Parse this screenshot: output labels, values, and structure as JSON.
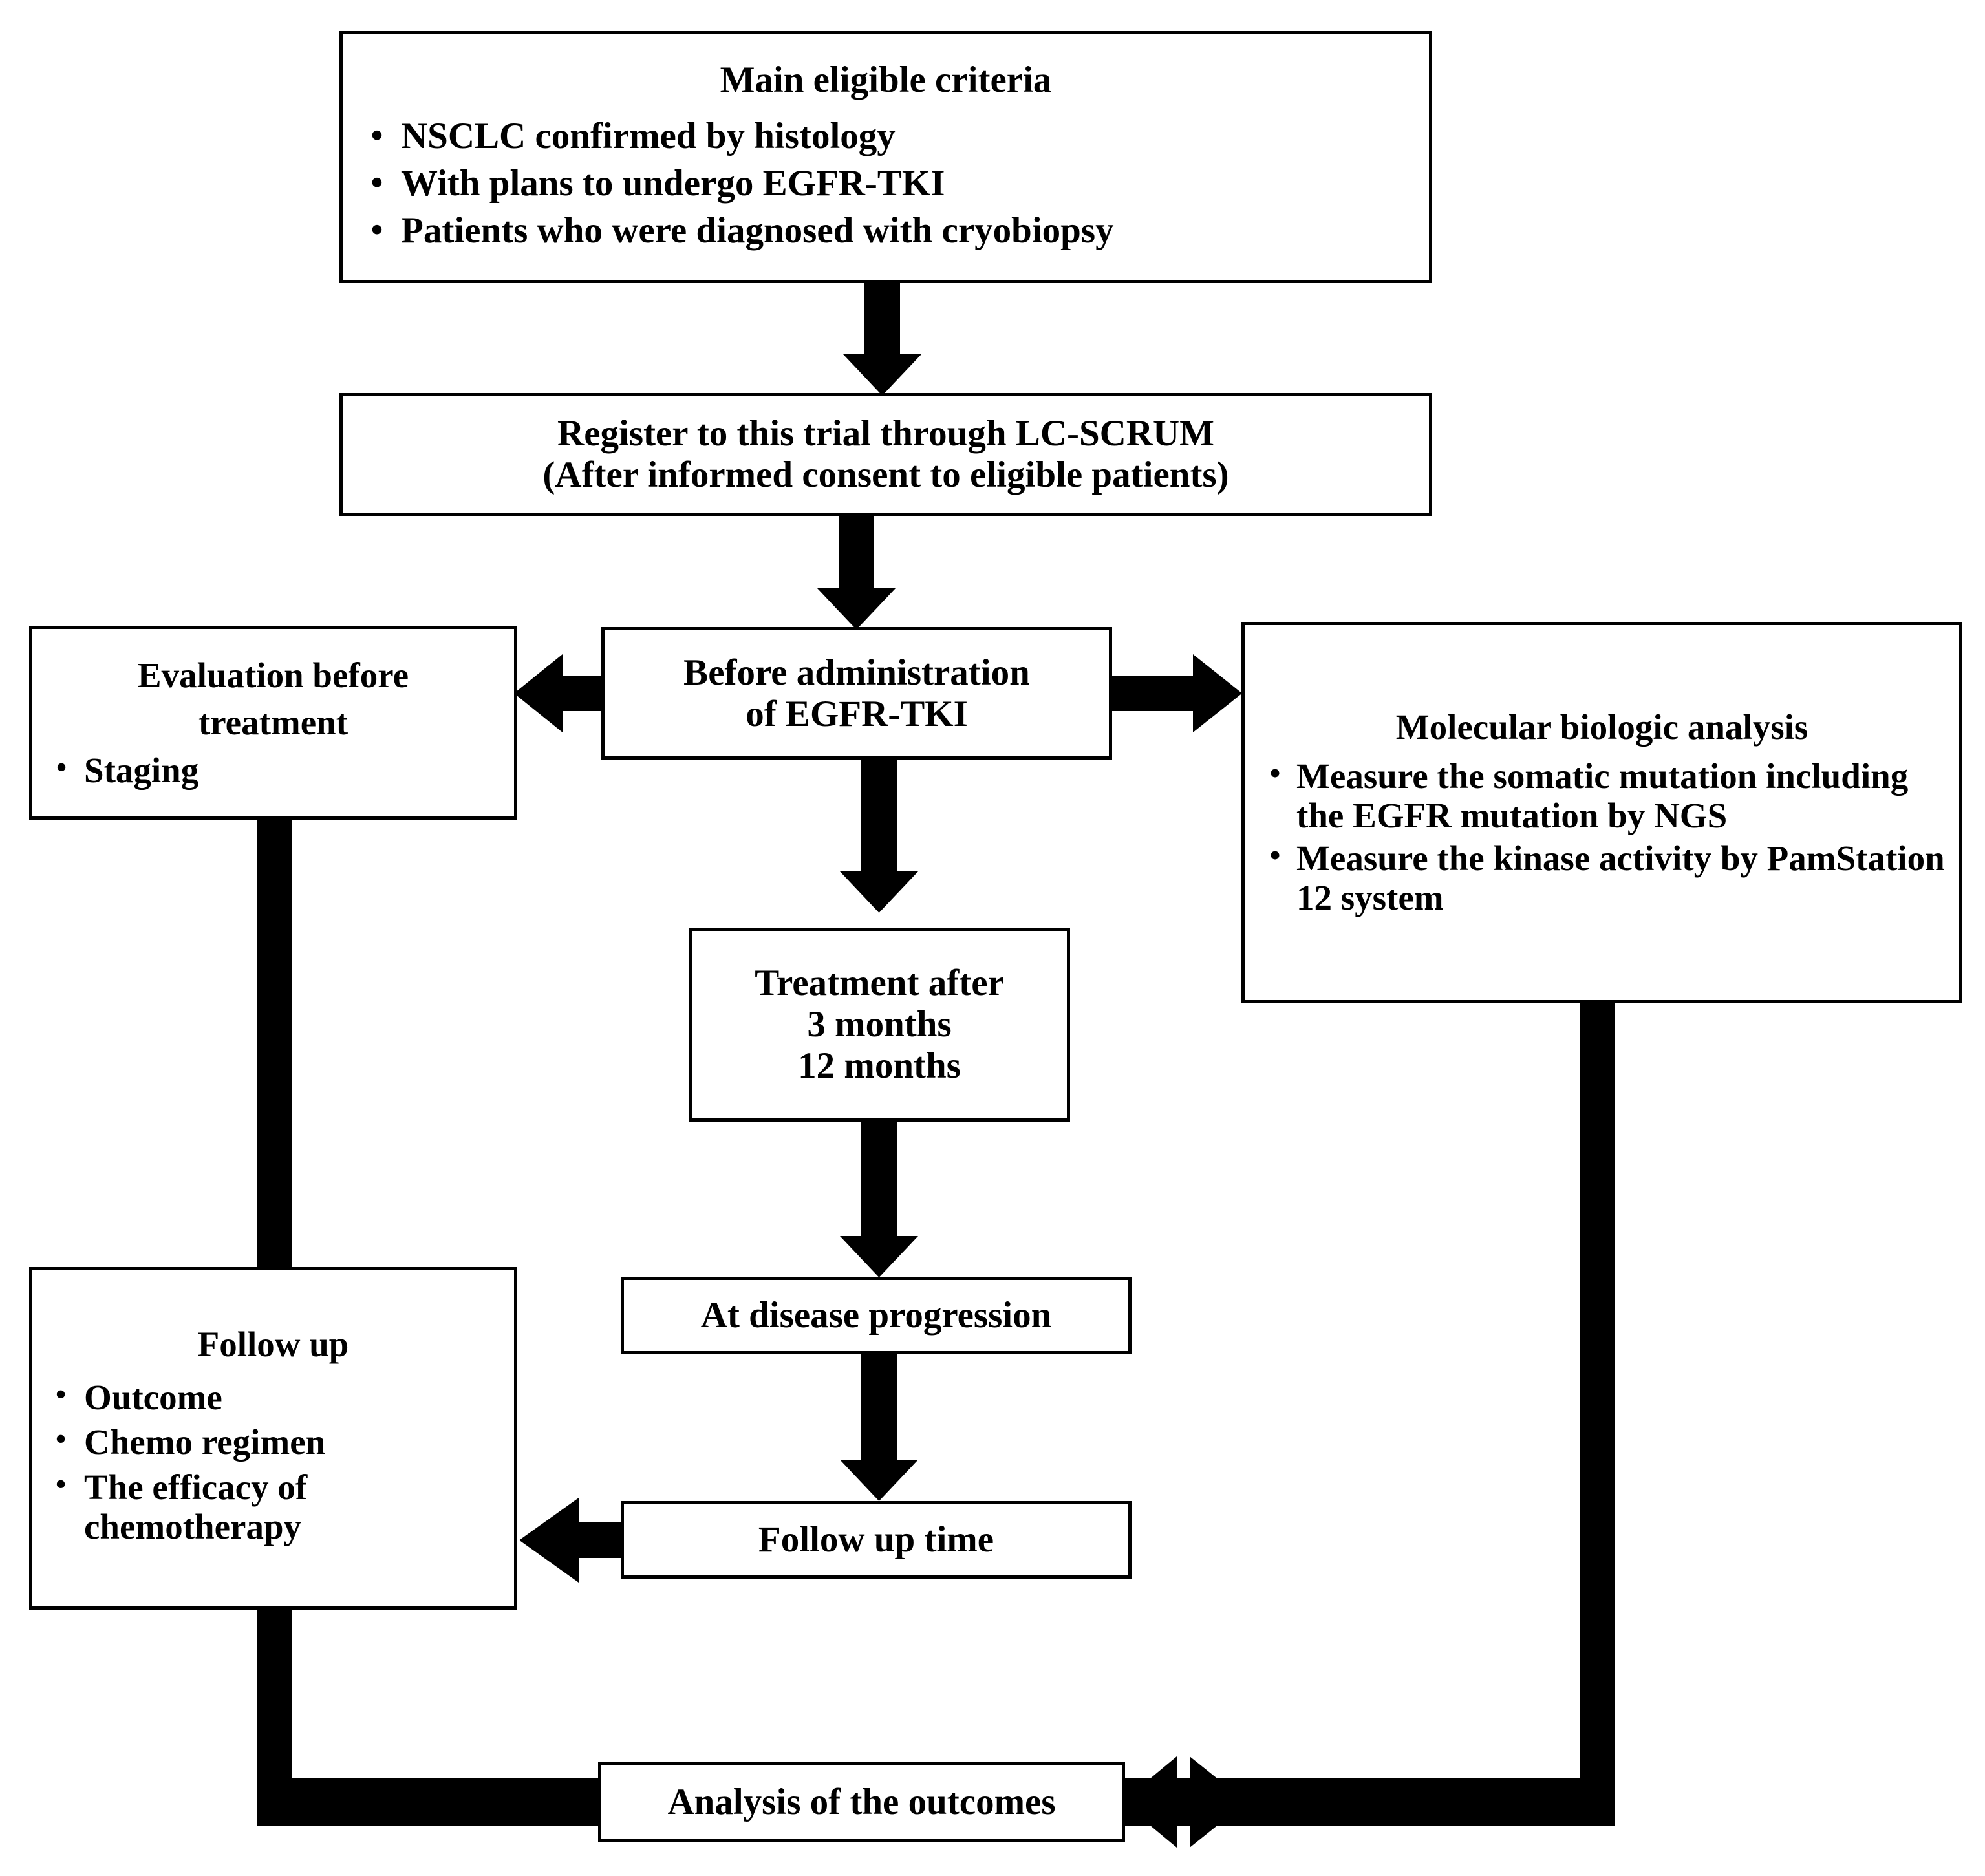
{
  "diagram": {
    "title": "Clinical trial study flow diagram",
    "colors": {
      "line": "#000000",
      "box_fill": "#ffffff",
      "text": "#000000"
    },
    "bullet_glyph": "•",
    "nodes": {
      "eligibility": {
        "heading": "Main eligible criteria",
        "bullets": [
          "NSCLC confirmed by histology",
          "With plans to undergo EGFR-TKI",
          "Patients who were diagnosed with cryobiopsy"
        ]
      },
      "register": {
        "line1": "Register to this trial through LC-SCRUM",
        "line2": "(After informed consent to eligible patients)"
      },
      "evaluation": {
        "heading_line1": "Evaluation before",
        "heading_line2": "treatment",
        "bullets": [
          "Staging"
        ]
      },
      "before_admin": {
        "line1": "Before administration",
        "line2": "of EGFR-TKI"
      },
      "molecular": {
        "heading": "Molecular biologic analysis",
        "bullets": [
          "Measure the somatic mutation including the EGFR mutation by NGS",
          "Measure the kinase activity by PamStation 12 system"
        ]
      },
      "treatment": {
        "line1": "Treatment after",
        "line2": "3 months",
        "line3": "12 months"
      },
      "followup": {
        "heading": "Follow up",
        "bullets": [
          "Outcome",
          "Chemo regimen",
          "The efficacy of chemotherapy"
        ]
      },
      "progression": {
        "label": "At disease progression"
      },
      "followup_time": {
        "label": "Follow up time"
      },
      "analysis": {
        "label": "Analysis of the outcomes"
      }
    },
    "edges": [
      {
        "from": "eligibility",
        "to": "register",
        "direction": "down"
      },
      {
        "from": "register",
        "to": "before_admin",
        "direction": "down"
      },
      {
        "from": "before_admin",
        "to": "evaluation",
        "direction": "left"
      },
      {
        "from": "before_admin",
        "to": "molecular",
        "direction": "right"
      },
      {
        "from": "before_admin",
        "to": "treatment",
        "direction": "down"
      },
      {
        "from": "treatment",
        "to": "progression",
        "direction": "down"
      },
      {
        "from": "progression",
        "to": "followup_time",
        "direction": "down"
      },
      {
        "from": "followup_time",
        "to": "followup",
        "direction": "left"
      },
      {
        "from": "evaluation",
        "to": "followup",
        "direction": "down"
      },
      {
        "from": "followup",
        "to": "analysis",
        "direction": "down-right"
      },
      {
        "from": "molecular",
        "to": "analysis",
        "direction": "down-left"
      }
    ]
  }
}
